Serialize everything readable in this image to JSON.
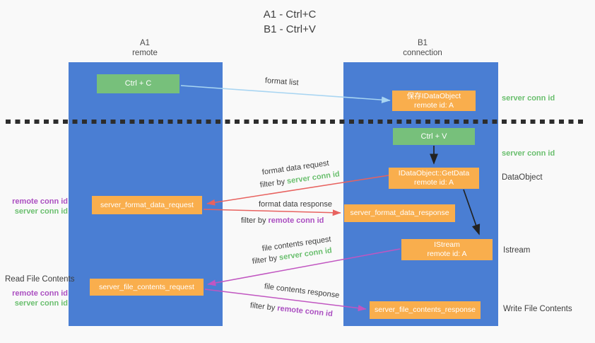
{
  "title": {
    "line1": "A1 - Ctrl+C",
    "line2": "B1 - Ctrl+V"
  },
  "lanes": {
    "left": {
      "name": "A1",
      "role": "remote"
    },
    "right": {
      "name": "B1",
      "role": "connection"
    }
  },
  "boxes": {
    "ctrl_c": {
      "label": "Ctrl + C"
    },
    "ctrl_v": {
      "label": "Ctrl + V"
    },
    "save_idataobject": {
      "line1": "保存IDataObject",
      "line2": "remote id: A"
    },
    "idataobject_getdata": {
      "line1": "IDataObject::GetData",
      "line2": "remote id: A"
    },
    "istream": {
      "line1": "IStream",
      "line2": "remote id: A"
    },
    "server_format_data_request": {
      "label": "server_format_data_request"
    },
    "server_format_data_response": {
      "label": "server_format_data_response"
    },
    "server_file_contents_request": {
      "label": "server_file_contents_request"
    },
    "server_file_contents_response": {
      "label": "server_file_contents_response"
    }
  },
  "arrow_labels": {
    "format_list": "format list",
    "format_data_request": "format data request",
    "format_data_request_filter_prefix": "filter by ",
    "format_data_request_filter_key": "server conn id",
    "format_data_response": "format data response",
    "format_data_response_filter_prefix": "filter by ",
    "format_data_response_filter_key": "remote conn id",
    "file_contents_request": "file contents request",
    "file_contents_request_filter_prefix": "filter by ",
    "file_contents_request_filter_key": "server conn id",
    "file_contents_response": "file contents response",
    "file_contents_response_filter_prefix": "filter by ",
    "file_contents_response_filter_key": "remote conn id"
  },
  "margin_labels": {
    "right_server_conn_id_top": "server conn id",
    "right_server_conn_id_mid": "server conn id",
    "dataobject": "DataObject",
    "istream": "Istream",
    "write_file_contents": "Write File Contents",
    "read_file_contents": "Read File Contents",
    "left_remote_conn_id_top": "remote conn id",
    "left_server_conn_id_top": "server conn id",
    "left_remote_conn_id_bottom": "remote conn id",
    "left_server_conn_id_bottom": "server conn id"
  },
  "colors": {
    "background": "#f9f9f9",
    "machine_fill": "#4a7ed3",
    "action_fill": "#77c07b",
    "message_fill": "#f9ae4d",
    "server_conn_id_text": "#6abf6e",
    "remote_conn_id_text": "#ab4fc1",
    "format_arrow": "#e8625f",
    "file_arrow": "#c156c1",
    "format_list_arrow": "#a8d5f2",
    "sequence_arrow": "#222222",
    "divider": "#2d2d2d",
    "text": "#3d3d3d"
  }
}
